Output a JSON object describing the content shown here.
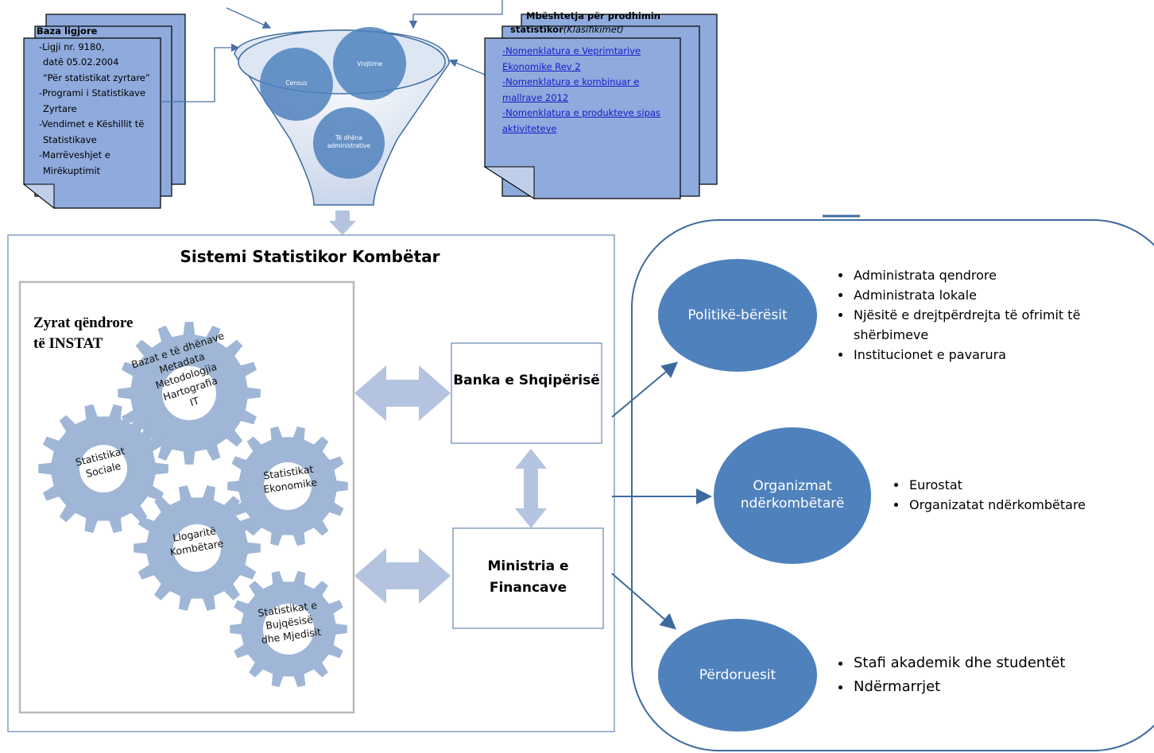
{
  "legal_base": {
    "title": "Baza ligjore",
    "lines": [
      "-Ligji nr. 9180,",
      "datë 05.02.2004",
      "“Për statistikat zyrtare”",
      "-Programi i Statistikave",
      "Zyrtare",
      "-Vendimet e Këshillit të",
      "Statistikave",
      "-Marrëveshjet e",
      "Mirëkuptimit"
    ]
  },
  "funnel": {
    "circles": [
      "Census",
      "Vrojtime",
      "Të dhëna administrative"
    ]
  },
  "classifications": {
    "title_line1": "Mbështetja për prodhimin",
    "title_line2": "statistikor",
    "title_italic": "(Klasifikimet)",
    "links": [
      "-Nomenklatura e Veprimtarive Ekonomike Rev 2",
      "-Nomenklatura e kombinuar e mallrave 2012",
      "-Nomenklatura e produkteve sipas aktiviteteve"
    ]
  },
  "national_system": {
    "title": "Sistemi Statistikor Kombëtar",
    "instat_title_line1": "Zyrat qëndrore",
    "instat_title_line2": "të INSTAT",
    "gears": {
      "top": [
        "Bazat e të dhënave",
        "Metadata",
        "Metodologjia",
        "Hartografia",
        "IT"
      ],
      "social": "Statistikat Sociale",
      "economic": "Statistikat Ekonomike",
      "national_accounts": "Llogaritë Kombëtare",
      "agriculture": "Statistikat e Bujqësisë dhe Mjedisit"
    }
  },
  "institutions": {
    "bank": "Banka e Shqipërisë",
    "ministry": "Ministria e Financave"
  },
  "users": {
    "groups": [
      {
        "label": "Politikë-bërësit",
        "items": [
          "Administrata qendrore",
          "Administrata lokale",
          "Njësitë e drejtpërdrejta të ofrimit të shërbimeve",
          "Institucionet e pavarura"
        ]
      },
      {
        "label": "Organizmat ndërkombëtarë",
        "items": [
          "Eurostat",
          "Organizatat ndërkombëtare"
        ]
      },
      {
        "label": "Përdoruesit",
        "items": [
          "Stafi akademik dhe studentët",
          "Ndërmarrjet"
        ]
      }
    ]
  },
  "colors": {
    "doc_fill": "#8faadc",
    "circle_blue": "#4f81bd",
    "gear_fill": "#9fb6d6",
    "arrow_light": "#b4c3e0",
    "frame_blue": "#3d6a9e"
  }
}
